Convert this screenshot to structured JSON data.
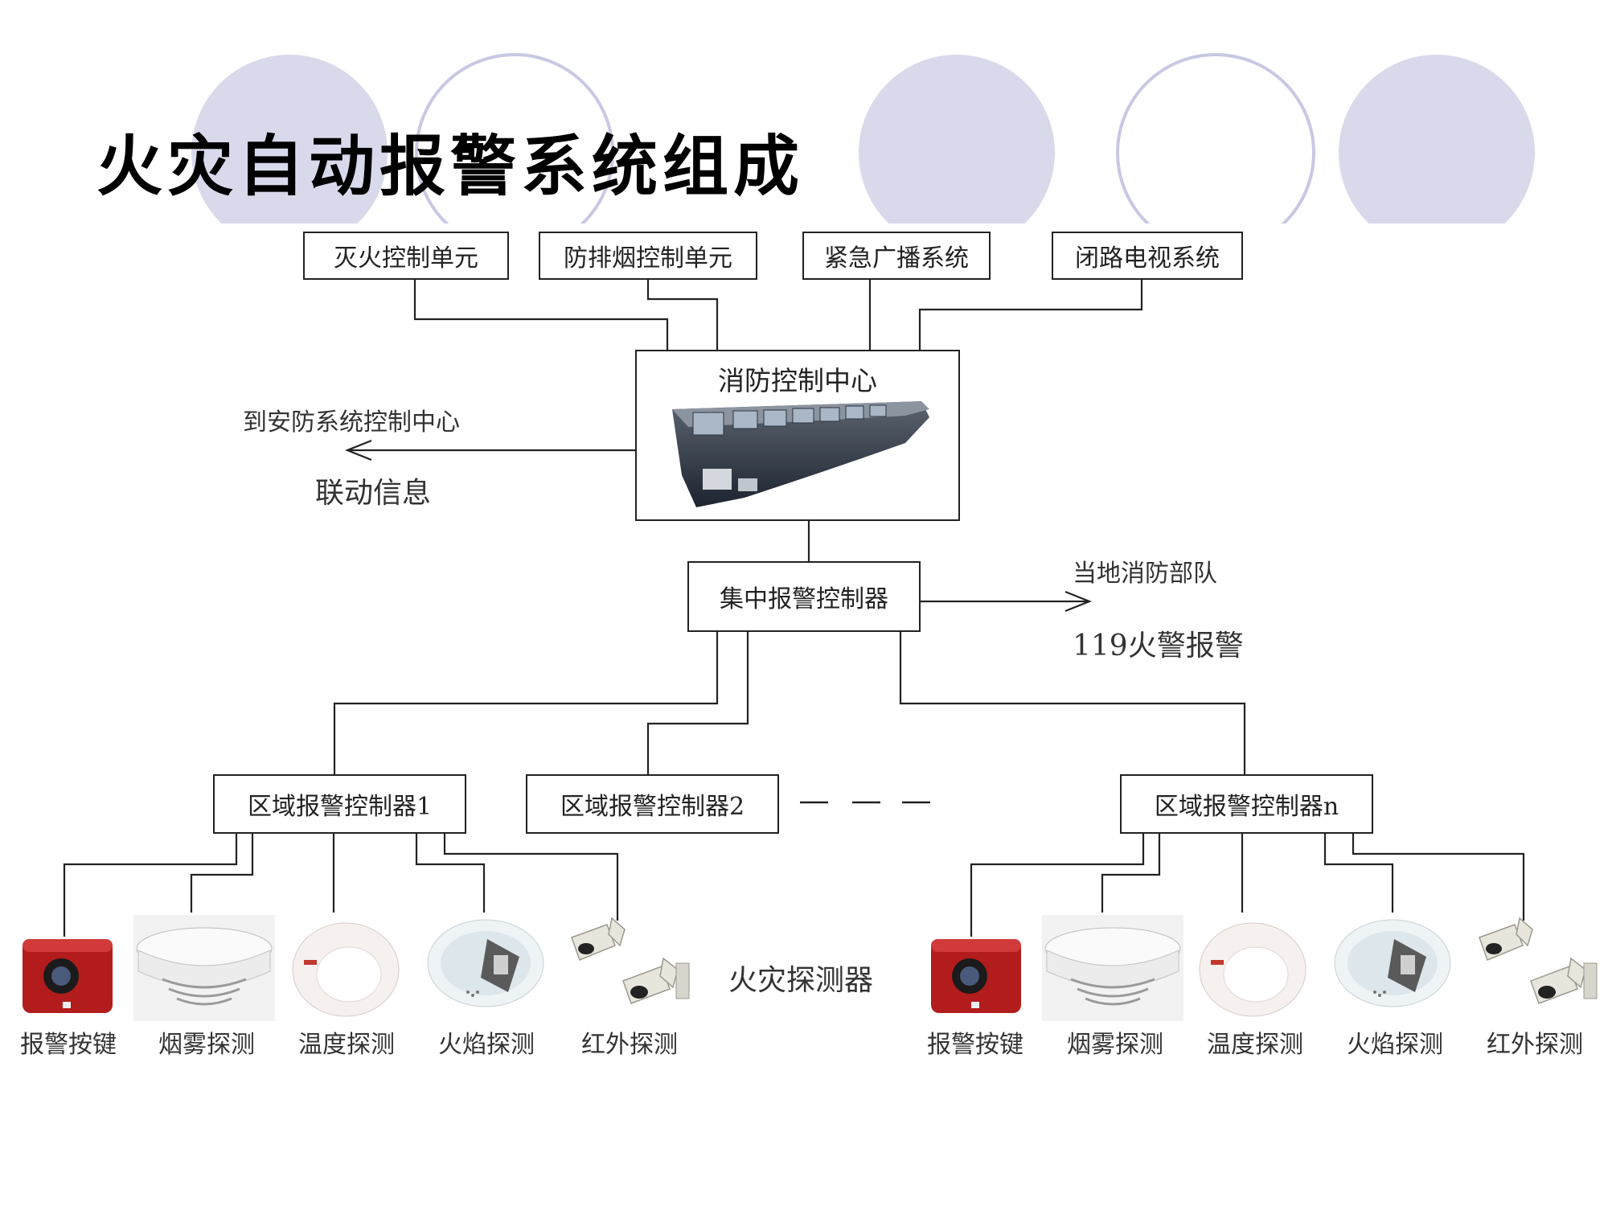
{
  "slide": {
    "title": "火灾自动报警系统组成"
  },
  "top_units": [
    "灭火控制单元",
    "防排烟控制单元",
    "紧急广播系统",
    "闭路电视系统"
  ],
  "control_center": {
    "label": "消防控制中心"
  },
  "left_link": {
    "line1": "到安防系统控制中心",
    "line2": "联动信息"
  },
  "central_controller": {
    "label": "集中报警控制器"
  },
  "right_link": {
    "line1": "当地消防部队",
    "line2": "119火警报警"
  },
  "zone_controllers": [
    "区域报警控制器1",
    "区域报警控制器2",
    "区域报警控制器n"
  ],
  "detectors_caption": "火灾探测器",
  "device_groups": [
    {
      "labels": [
        "报警按键",
        "烟雾探测",
        "温度探测",
        "火焰探测",
        "红外探测"
      ]
    },
    {
      "labels": [
        "报警按键",
        "烟雾探测",
        "温度探测",
        "火焰探测",
        "红外探测"
      ]
    }
  ],
  "colors": {
    "circle_fill": "#d9d9ec",
    "circle_stroke": "#c8c8e4",
    "line": "#222222",
    "alarm_red": "#b31c1c"
  }
}
